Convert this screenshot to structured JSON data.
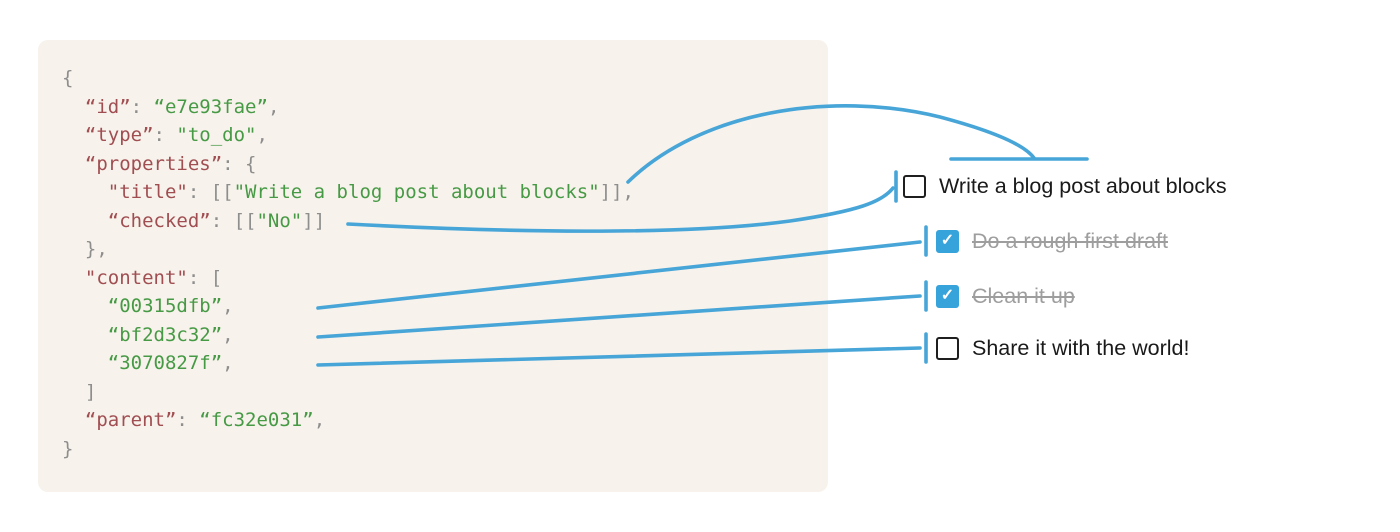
{
  "colors": {
    "page_bg": "#ffffff",
    "panel_bg": "#f7f2eb",
    "code_key": "#a04e52",
    "code_string": "#479a45",
    "code_punct": "#8e8e8e",
    "arrow": "#47a5d8",
    "checkbox_checked_bg": "#36a3da",
    "checkbox_unchecked_border": "#1f1f1f",
    "todo_text": "#1a1a1a",
    "todo_text_done": "#9e9e9e"
  },
  "icons": {
    "checkmark": "✓"
  },
  "code": {
    "lines": [
      [
        {
          "t": "p",
          "v": "{"
        }
      ],
      [
        {
          "t": "p",
          "v": "  "
        },
        {
          "t": "k",
          "v": "“id”"
        },
        {
          "t": "p",
          "v": ": "
        },
        {
          "t": "s",
          "v": "“e7e93fae”"
        },
        {
          "t": "p",
          "v": ","
        }
      ],
      [
        {
          "t": "p",
          "v": "  "
        },
        {
          "t": "k",
          "v": "“type”"
        },
        {
          "t": "p",
          "v": ": "
        },
        {
          "t": "s",
          "v": "\"to_do\""
        },
        {
          "t": "p",
          "v": ","
        }
      ],
      [
        {
          "t": "p",
          "v": "  "
        },
        {
          "t": "k",
          "v": "“properties”"
        },
        {
          "t": "p",
          "v": ": {"
        }
      ],
      [
        {
          "t": "p",
          "v": "    "
        },
        {
          "t": "k",
          "v": "\"title\""
        },
        {
          "t": "p",
          "v": ": [["
        },
        {
          "t": "s",
          "v": "\"Write a blog post about blocks\""
        },
        {
          "t": "p",
          "v": "]],"
        }
      ],
      [
        {
          "t": "p",
          "v": "    "
        },
        {
          "t": "k",
          "v": "“checked”"
        },
        {
          "t": "p",
          "v": ": [["
        },
        {
          "t": "s",
          "v": "\"No\""
        },
        {
          "t": "p",
          "v": "]]"
        }
      ],
      [
        {
          "t": "p",
          "v": "  },"
        }
      ],
      [
        {
          "t": "p",
          "v": "  "
        },
        {
          "t": "k",
          "v": "\"content\""
        },
        {
          "t": "p",
          "v": ": ["
        }
      ],
      [
        {
          "t": "p",
          "v": "    "
        },
        {
          "t": "s",
          "v": "“00315dfb”"
        },
        {
          "t": "p",
          "v": ","
        }
      ],
      [
        {
          "t": "p",
          "v": "    "
        },
        {
          "t": "s",
          "v": "“bf2d3c32”"
        },
        {
          "t": "p",
          "v": ","
        }
      ],
      [
        {
          "t": "p",
          "v": "    "
        },
        {
          "t": "s",
          "v": "“3070827f”"
        },
        {
          "t": "p",
          "v": ","
        }
      ],
      [
        {
          "t": "p",
          "v": "  ]"
        }
      ],
      [
        {
          "t": "p",
          "v": "  "
        },
        {
          "t": "k",
          "v": "“parent”"
        },
        {
          "t": "p",
          "v": ": "
        },
        {
          "t": "s",
          "v": "“fc32e031”"
        },
        {
          "t": "p",
          "v": ","
        }
      ],
      [
        {
          "t": "p",
          "v": "}"
        }
      ]
    ]
  },
  "checklist": {
    "items": [
      {
        "label": "Write a blog post about blocks",
        "checked": false,
        "struck": false
      },
      {
        "label": "Do a rough first draft",
        "checked": true,
        "struck": true
      },
      {
        "label": "Clean it up",
        "checked": true,
        "struck": true
      },
      {
        "label": "Share it with the world!",
        "checked": false,
        "struck": false
      }
    ]
  }
}
